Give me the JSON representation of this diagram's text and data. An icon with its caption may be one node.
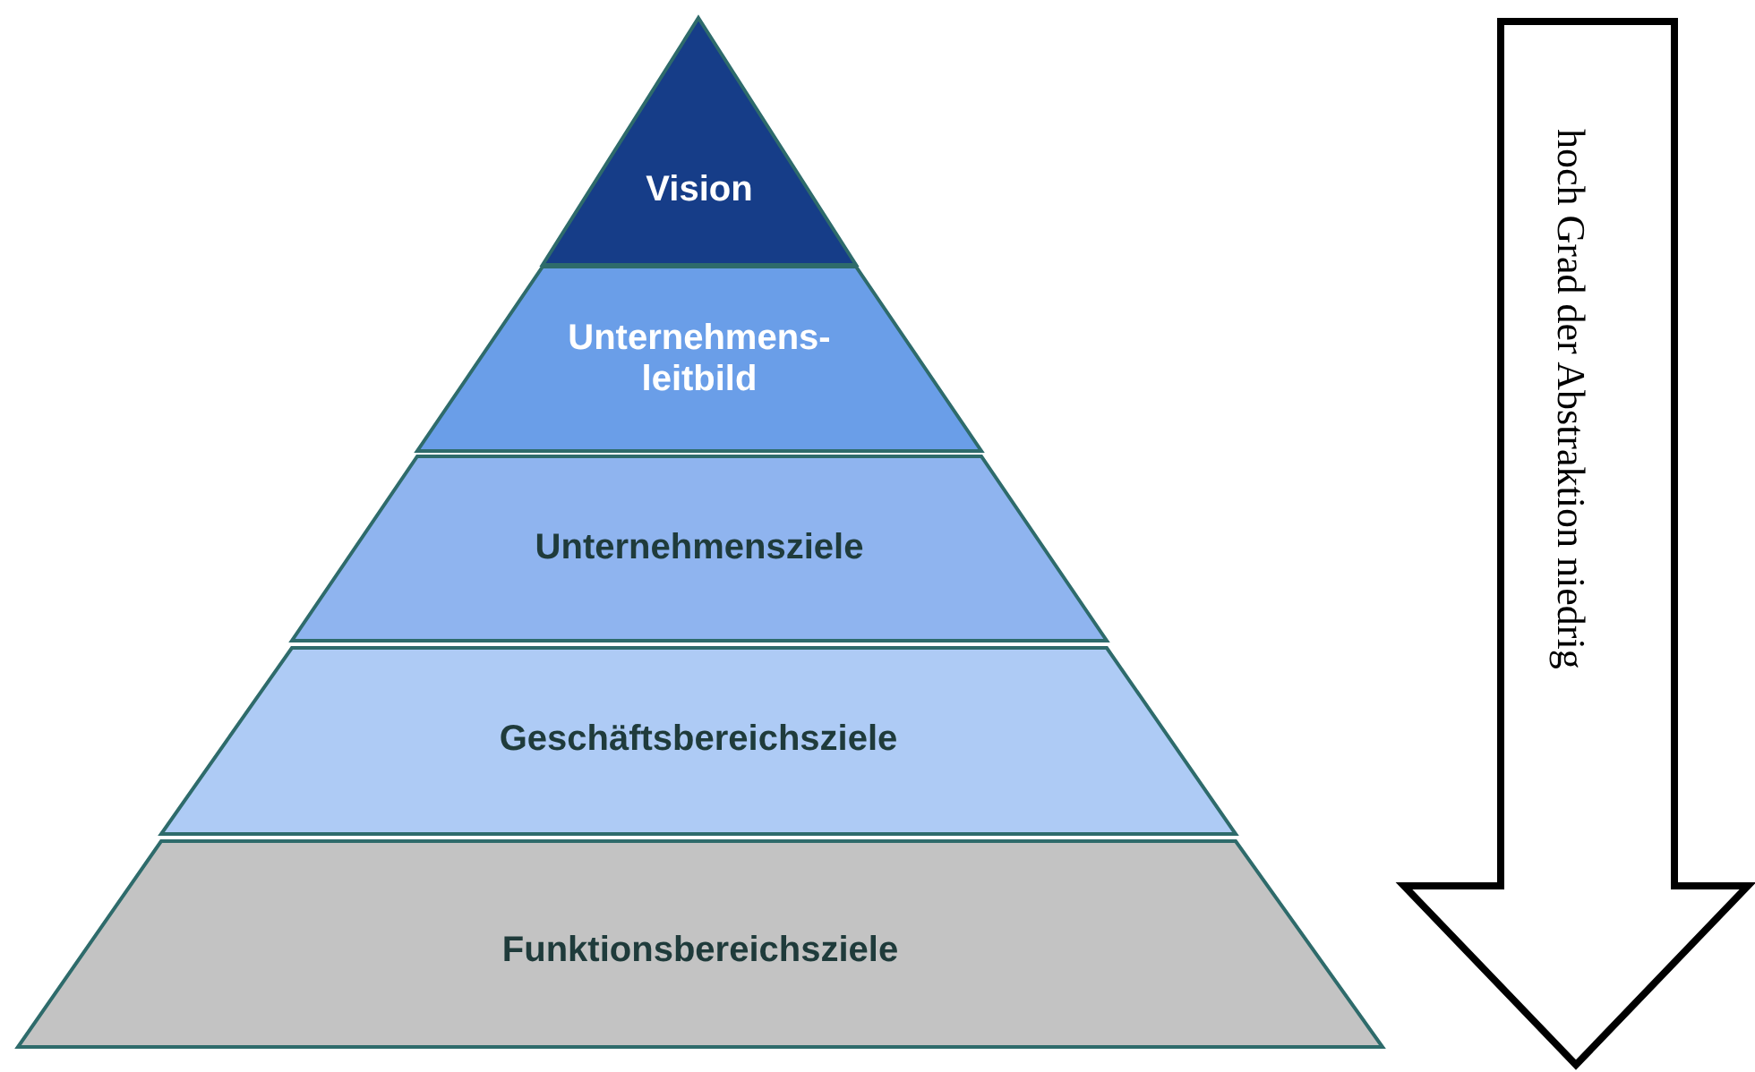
{
  "diagram": {
    "nodes": [
      {
        "text": [
          "Vision"
        ]
      },
      {
        "text": [
          "Unternehmens-leitbild"
        ]
      },
      {
        "text": [
          "Unternehmensziele"
        ]
      },
      {
        "text": [
          "Geschäftsbereichsziele"
        ]
      },
      {
        "text": [
          "Funktionsbereichsziele"
        ]
      },
      {
        "text": [
          "hoch Grad der Abstraktion niedrig"
        ]
      }
    ]
  }
}
